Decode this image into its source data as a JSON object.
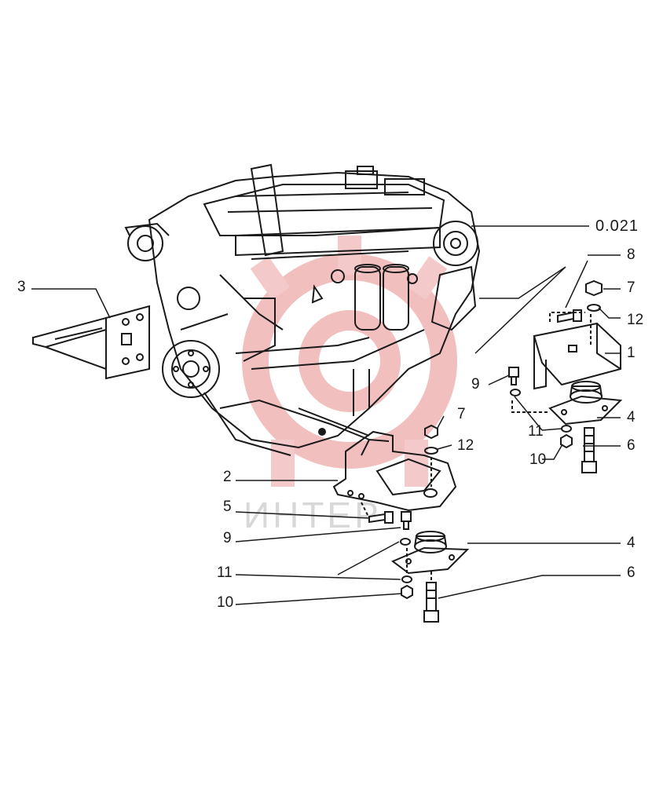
{
  "diagram": {
    "assembly_ref": "0.021",
    "watermark_text": "ИНТЕР",
    "callouts": [
      {
        "id": "c1",
        "text": "1"
      },
      {
        "id": "c2",
        "text": "2"
      },
      {
        "id": "c3",
        "text": "3"
      },
      {
        "id": "c4a",
        "text": "4"
      },
      {
        "id": "c4b",
        "text": "4"
      },
      {
        "id": "c5",
        "text": "5"
      },
      {
        "id": "c6a",
        "text": "6"
      },
      {
        "id": "c6b",
        "text": "6"
      },
      {
        "id": "c7a",
        "text": "7"
      },
      {
        "id": "c7b",
        "text": "7"
      },
      {
        "id": "c8",
        "text": "8"
      },
      {
        "id": "c9a",
        "text": "9"
      },
      {
        "id": "c9b",
        "text": "9"
      },
      {
        "id": "c10a",
        "text": "10"
      },
      {
        "id": "c10b",
        "text": "10"
      },
      {
        "id": "c11a",
        "text": "11"
      },
      {
        "id": "c11b",
        "text": "11"
      },
      {
        "id": "c12a",
        "text": "12"
      },
      {
        "id": "c12b",
        "text": "12"
      }
    ]
  },
  "colors": {
    "line": "#1a1a1a",
    "watermark": "#e8a0a0",
    "background": "#ffffff"
  }
}
